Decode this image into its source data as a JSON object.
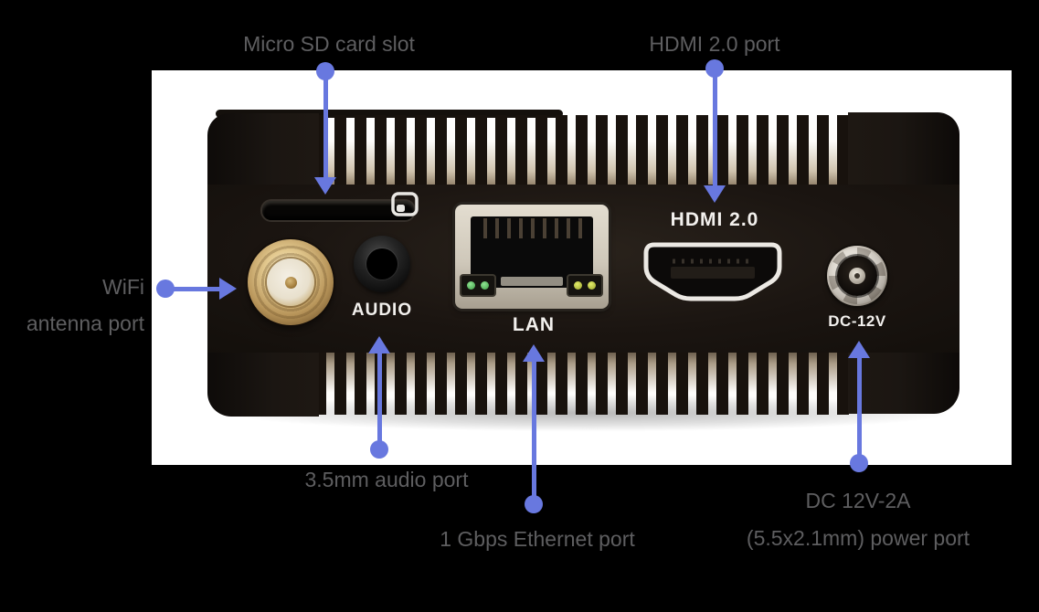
{
  "colors": {
    "background": "#000000",
    "photo_bg": "#ffffff",
    "accent": "#6878df",
    "label_text": "#5e5e60",
    "device_text": "#f2f0ed",
    "led_green": "#4fae57",
    "led_amber": "#b3bc3a",
    "antenna_gold": "#c3a060",
    "lan_frame": "#d6cfc0"
  },
  "callouts": {
    "micro_sd": {
      "label": "Micro SD card slot"
    },
    "hdmi": {
      "label": "HDMI 2.0 port"
    },
    "wifi": {
      "line1": "WiFi",
      "line2": "antenna port"
    },
    "audio": {
      "label": "3.5mm audio port"
    },
    "ethernet": {
      "label": "1 Gbps Ethernet port"
    },
    "power": {
      "line1": "DC 12V-2A",
      "line2": "(5.5x2.1mm) power port"
    }
  },
  "device_labels": {
    "audio": "AUDIO",
    "lan": "LAN",
    "hdmi": "HDMI 2.0",
    "dc": "DC-12V"
  }
}
